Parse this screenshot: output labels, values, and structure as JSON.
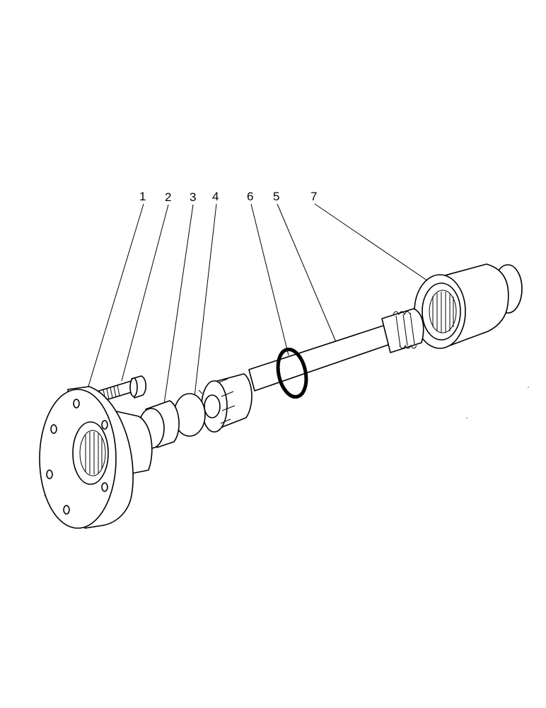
{
  "diagram": {
    "callouts": [
      {
        "id": "1",
        "label": "1"
      },
      {
        "id": "2",
        "label": "2"
      },
      {
        "id": "3",
        "label": "3"
      },
      {
        "id": "4",
        "label": "4"
      },
      {
        "id": "6",
        "label": "6"
      },
      {
        "id": "5",
        "label": "5"
      },
      {
        "id": "7",
        "label": "7"
      }
    ],
    "parts": [
      "flange",
      "bolt",
      "plug",
      "disc",
      "gear-sleeve",
      "o-ring",
      "shaft",
      "coupling"
    ]
  }
}
